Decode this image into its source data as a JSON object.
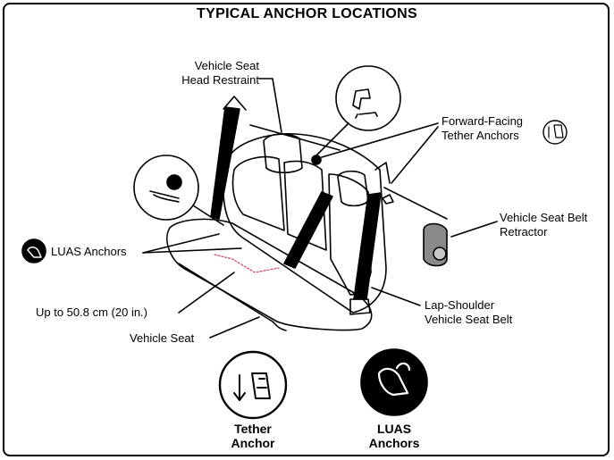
{
  "title": "TYPICAL ANCHOR LOCATIONS",
  "labels": {
    "head_restraint_1": "Vehicle Seat",
    "head_restraint_2": "Head Restraint",
    "tether_1": "Forward-Facing",
    "tether_2": "Tether Anchors",
    "retractor_1": "Vehicle Seat Belt",
    "retractor_2": "Retractor",
    "luas": "LUAS Anchors",
    "distance": "Up to 50.8 cm (20 in.)",
    "lap_1": "Lap-Shoulder",
    "lap_2": "Vehicle Seat Belt",
    "seat": "Vehicle Seat"
  },
  "legend": [
    {
      "label_1": "Tether",
      "label_2": "Anchor",
      "icon": "tether-anchor-icon"
    },
    {
      "label_1": "LUAS",
      "label_2": "Anchors",
      "icon": "luas-anchor-icon"
    }
  ],
  "colors": {
    "ink": "#000000",
    "luas_marker": "#d23c6e",
    "retractor": "#8a8a8a"
  }
}
